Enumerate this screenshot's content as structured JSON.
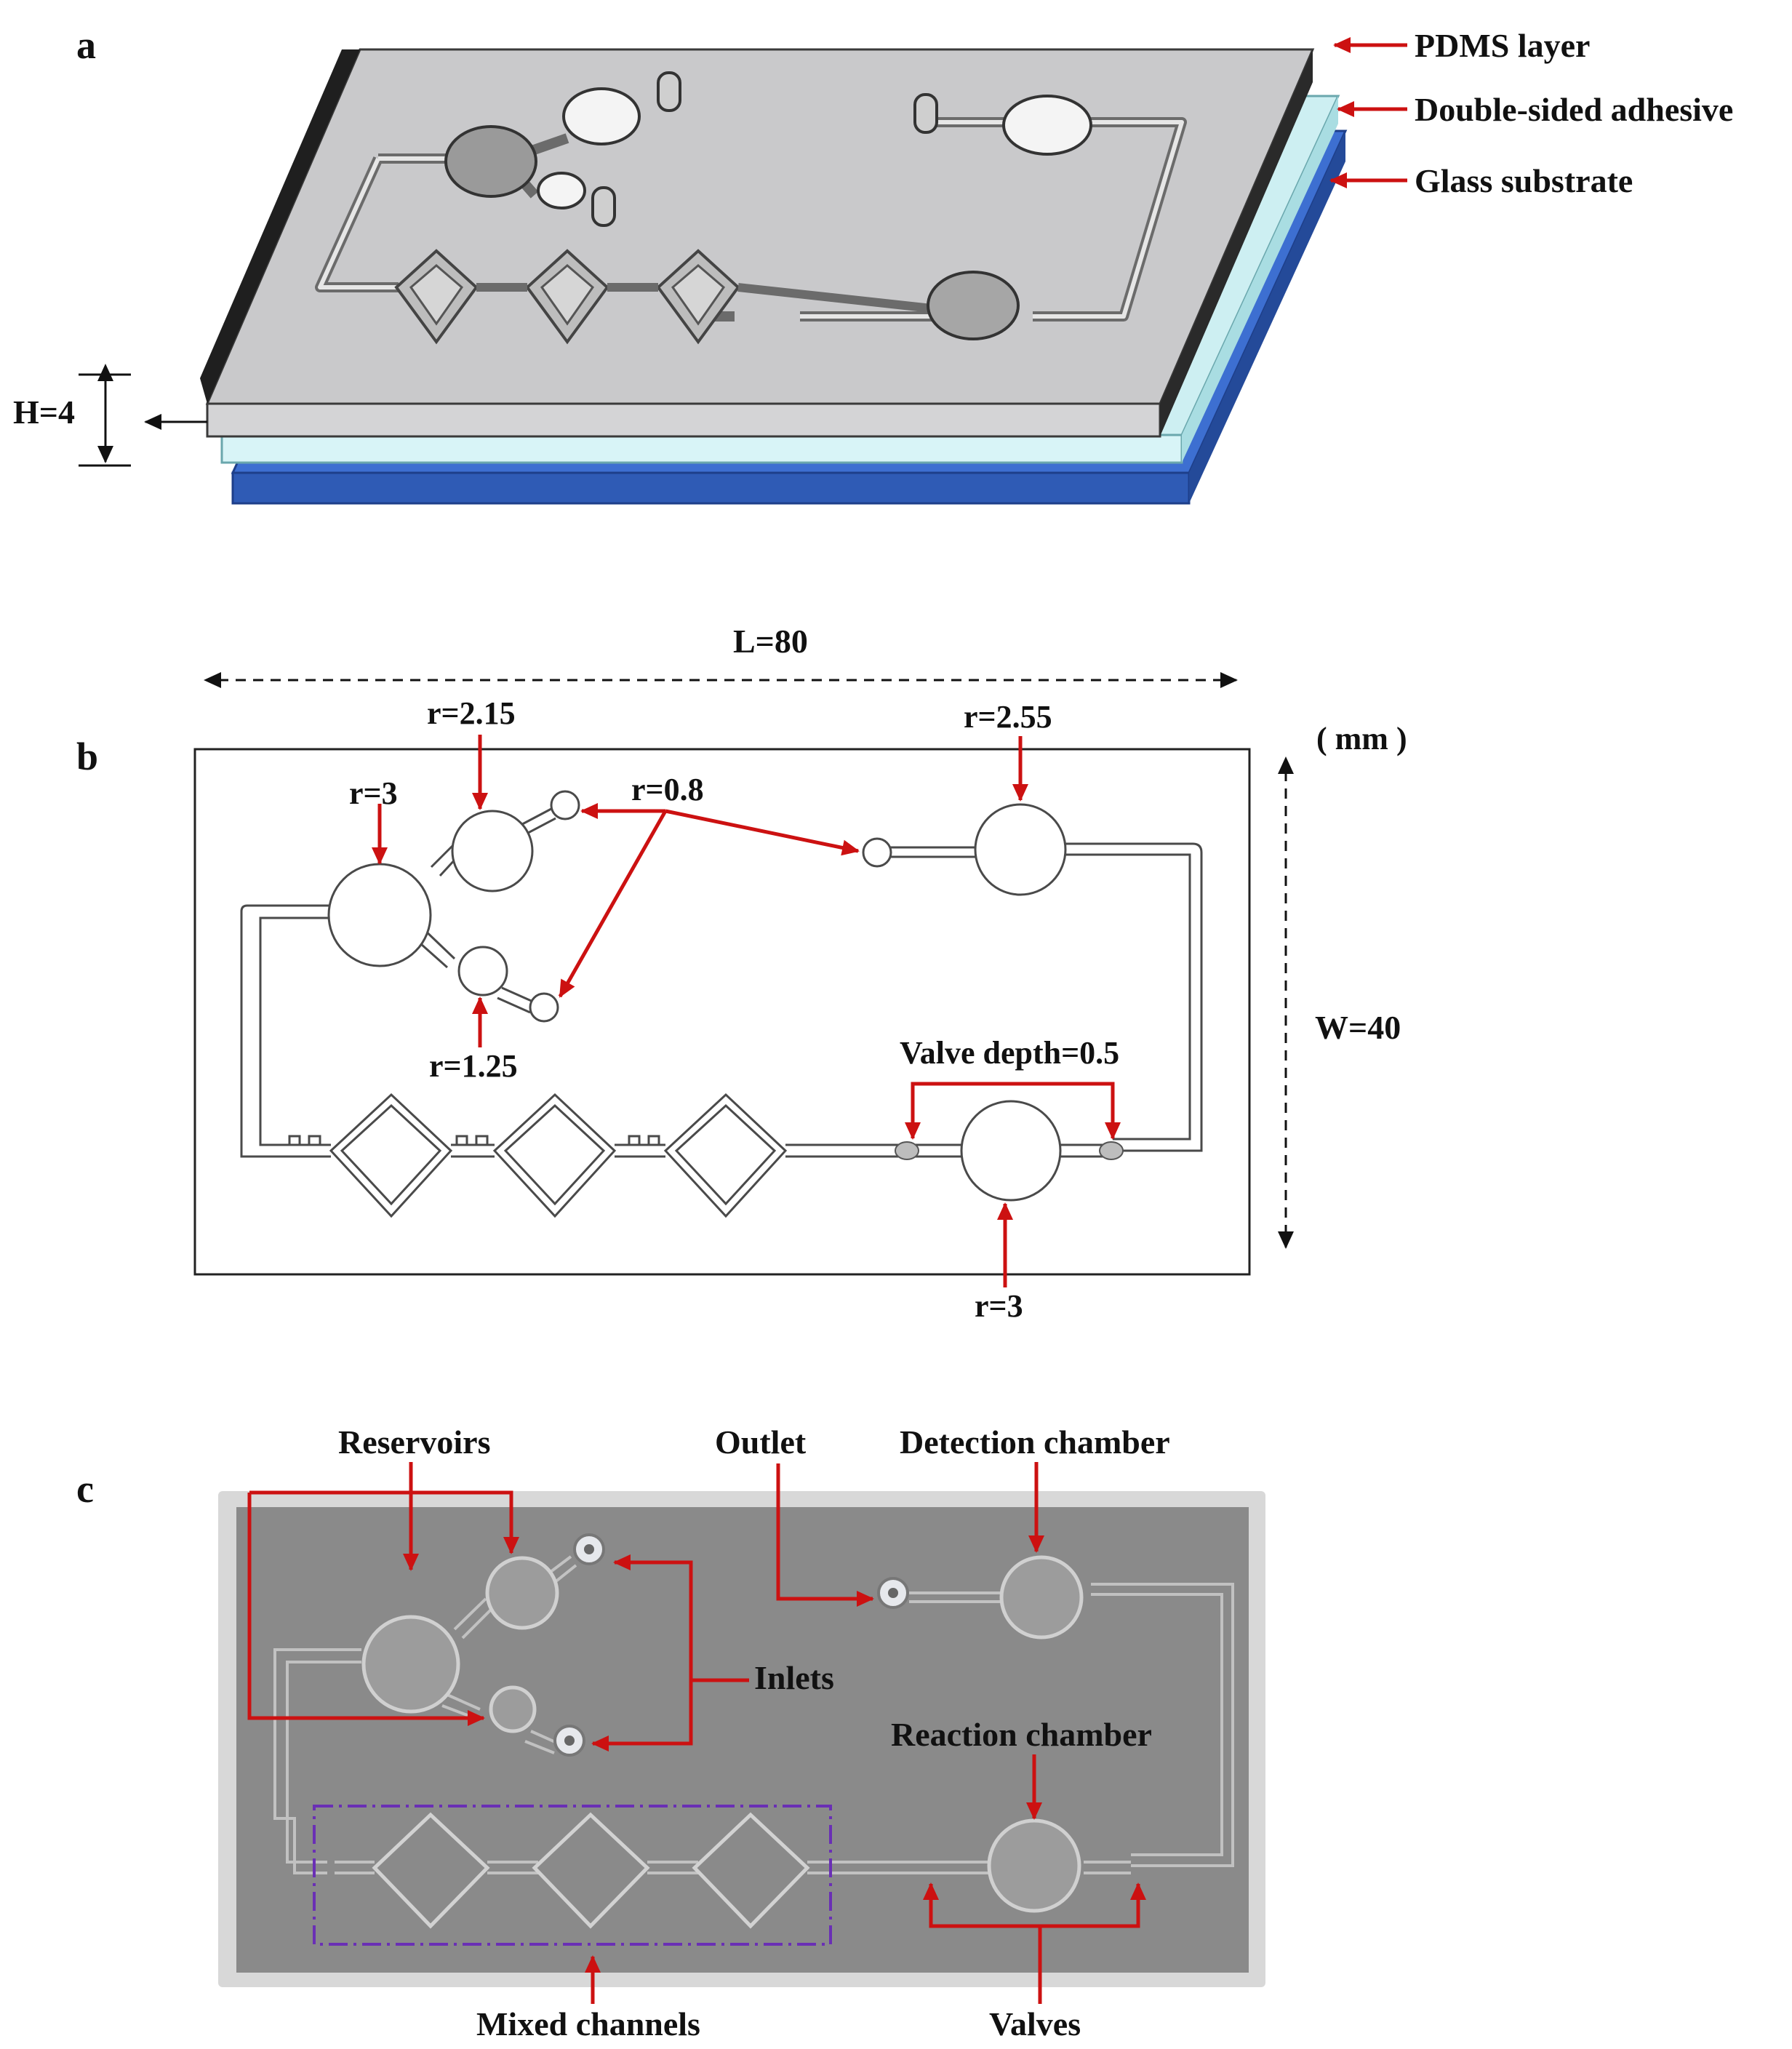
{
  "panels": {
    "a": "a",
    "b": "b",
    "c": "c"
  },
  "panel_a": {
    "layer_top": "PDMS layer",
    "layer_mid": "Double-sided adhesive",
    "layer_bottom": "Glass substrate",
    "height": "H=4",
    "colors": {
      "pdms": "#c9c9cb",
      "adhesive": "#cdeff2",
      "glass": "#3d6fd1",
      "edge": "#2a2a2a"
    }
  },
  "panel_b": {
    "length": "L=80",
    "width": "W=40",
    "unit": "( mm )",
    "r_reservoir_large": "r=3",
    "r_reservoir_upper": "r=2.15",
    "r_reservoir_lower": "r=1.25",
    "r_ports": "r=0.8",
    "r_detection": "r=2.55",
    "r_reaction": "r=3",
    "valve_depth": "Valve depth=0.5"
  },
  "panel_c": {
    "reservoirs": "Reservoirs",
    "outlet": "Outlet",
    "detection_chamber": "Detection chamber",
    "inlets": "Inlets",
    "reaction_chamber": "Reaction chamber",
    "mixed_channels": "Mixed channels",
    "valves": "Valves",
    "colors": {
      "chip": "#8f8f8f",
      "frame": "#d8d8d8",
      "box": "#6a2fb5",
      "arrow": "#cc1111"
    }
  }
}
